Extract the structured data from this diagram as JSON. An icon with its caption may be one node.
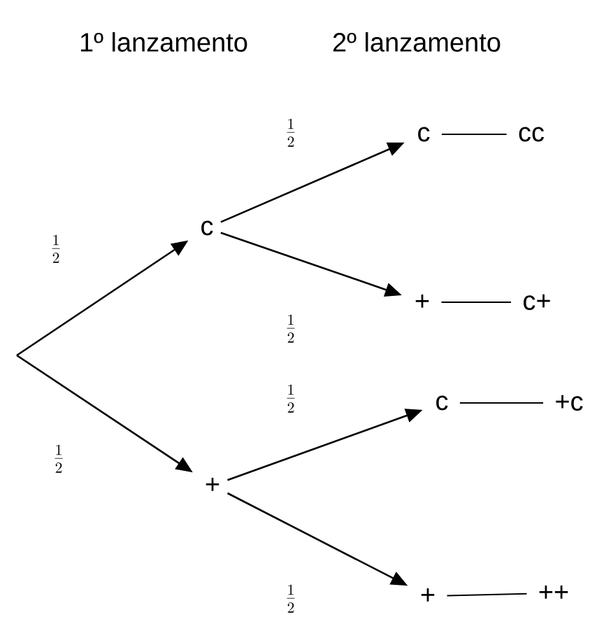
{
  "diagram": {
    "nodes": [
      {
        "text": [
          "c"
        ]
      },
      {
        "text": [
          "+"
        ]
      },
      {
        "text": [
          "c"
        ]
      },
      {
        "text": [
          "+"
        ]
      },
      {
        "text": [
          "c"
        ]
      },
      {
        "text": [
          "+"
        ]
      },
      {
        "text": [
          "cc"
        ]
      },
      {
        "text": [
          "c+"
        ]
      },
      {
        "text": [
          "+c"
        ]
      },
      {
        "text": [
          "++"
        ]
      }
    ],
    "edges": [
      {
        "from": null,
        "to": 0,
        "arrow": "to",
        "label": "\\frac{1}{2}"
      },
      {
        "from": null,
        "to": 1,
        "arrow": "to",
        "label": "\\frac{1}{2}"
      },
      {
        "from": 0,
        "to": 2,
        "arrow": "to",
        "label": "\\frac{1}{2}"
      },
      {
        "from": 0,
        "to": 3,
        "arrow": "to",
        "label": "\\frac{1}{2}"
      },
      {
        "from": 1,
        "to": 4,
        "arrow": "to",
        "label": "\\frac{1}{2}"
      },
      {
        "from": 1,
        "to": 5,
        "arrow": "to",
        "label": "\\frac{1}{2}"
      },
      {
        "from": 2,
        "to": 6,
        "arrow": "none"
      },
      {
        "from": 3,
        "to": 7,
        "arrow": "none"
      },
      {
        "from": 4,
        "to": 8,
        "arrow": "none"
      },
      {
        "from": 5,
        "to": 9,
        "arrow": "none"
      }
    ],
    "labels": [
      "1º lanzamento",
      "2º lanzamento"
    ]
  }
}
